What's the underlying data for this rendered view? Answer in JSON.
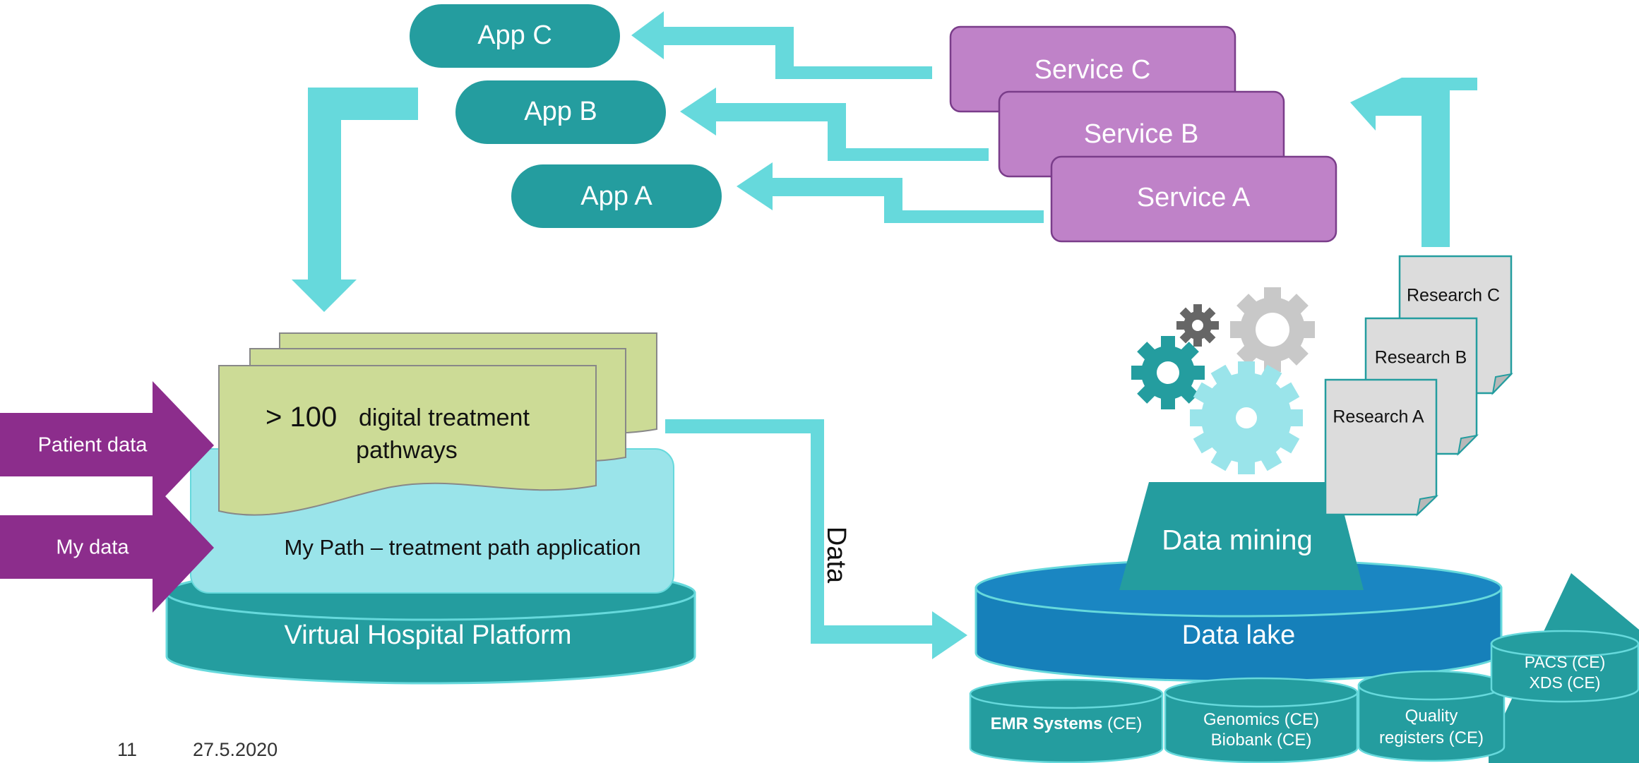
{
  "colors": {
    "teal_dark": "#249d9f",
    "teal_arrow": "#66d9dc",
    "teal_light_box": "#9ae4ea",
    "purple_service": "#bf82c8",
    "purple_service_border": "#7a3d8a",
    "purple_arrow": "#8c2d8c",
    "green_doc": "#ccdb96",
    "grey_doc": "#dcdcdc",
    "blue_lake": "#1680ba",
    "gear_dark": "#666666",
    "gear_light": "#c8c8c8",
    "gear_teal_dark": "#249d9f",
    "gear_teal_light": "#9ae4ea"
  },
  "apps": {
    "app_c": "App C",
    "app_b": "App B",
    "app_a": "App A"
  },
  "services": {
    "service_c": "Service C",
    "service_b": "Service B",
    "service_a": "Service A"
  },
  "research": {
    "research_c": "Research C",
    "research_b": "Research B",
    "research_a": "Research A"
  },
  "pathways": {
    "count": "> 100",
    "line1": "digital treatment",
    "line2": "pathways"
  },
  "inputs": {
    "patient_data": "Patient data",
    "my_data": "My data"
  },
  "mypath_label": "My Path – treatment path application",
  "platform_label": "Virtual Hospital Platform",
  "data_flow_label": "Data",
  "data_mining_label": "Data mining",
  "data_lake_label": "Data lake",
  "sources": {
    "emr_bold": "EMR Systems",
    "emr_suffix": " (CE)",
    "genomics_line1": "Genomics (CE)",
    "genomics_line2": "Biobank (CE)",
    "quality_line1": "Quality",
    "quality_line2": "registers (CE)",
    "pacs_line1": "PACS (CE)",
    "pacs_line2": "XDS (CE)"
  },
  "footer": {
    "page_number": "11",
    "date": "27.5.2020"
  }
}
